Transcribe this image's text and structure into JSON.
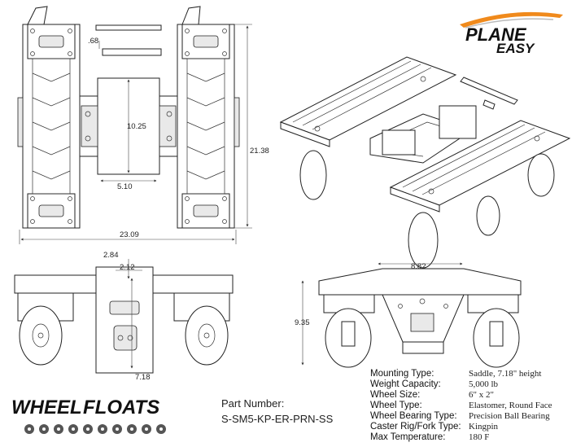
{
  "brand_top": {
    "line1": "PLANE",
    "line2": "EASY"
  },
  "brand_bottom": {
    "part1": "WHEEL",
    "part2": "FLOATS"
  },
  "dimensions": {
    "pin_offset": ".68",
    "inner_height": "10.25",
    "inner_width": "5.10",
    "overall_height": "21.38",
    "overall_width": "23.09",
    "side_a": "2.84",
    "side_b": "2.12",
    "side_c": "7.18",
    "front_width": "8.82",
    "front_height": "9.35"
  },
  "part_number": {
    "label": "Part Number:",
    "value": "S-SM5-KP-ER-PRN-SS"
  },
  "specs": [
    {
      "label": "Mounting Type:",
      "value": "Saddle, 7.18\" height"
    },
    {
      "label": "Weight Capacity:",
      "value": "5,000 lb"
    },
    {
      "label": "Wheel Size:",
      "value": "6\" x 2\""
    },
    {
      "label": "Wheel Type:",
      "value": "Elastomer, Round Face"
    },
    {
      "label": "Wheel Bearing Type:",
      "value": "Precision Ball Bearing"
    },
    {
      "label": "Caster Rig/Fork Type:",
      "value": "Kingpin"
    },
    {
      "label": "Max Temperature:",
      "value": "180 F"
    }
  ],
  "colors": {
    "accent": "#f08a1c",
    "line": "#222222"
  }
}
